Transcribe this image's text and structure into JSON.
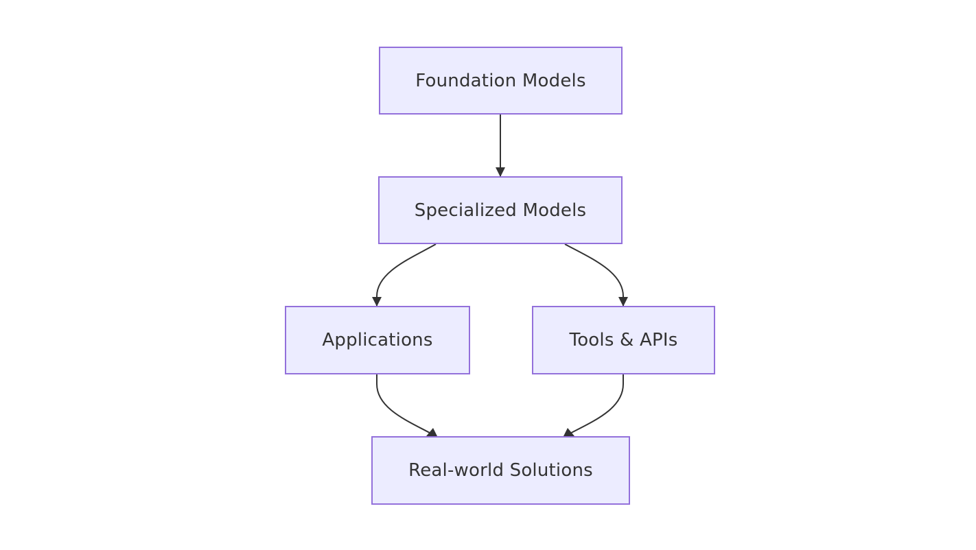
{
  "colors": {
    "node_fill": "#ececff",
    "node_border": "#9370db",
    "edge": "#333333",
    "text": "#333333"
  },
  "nodes": {
    "foundation": {
      "label": "Foundation Models"
    },
    "specialized": {
      "label": "Specialized Models"
    },
    "applications": {
      "label": "Applications"
    },
    "tools": {
      "label": "Tools & APIs"
    },
    "solutions": {
      "label": "Real-world Solutions"
    }
  },
  "edges": [
    {
      "from": "foundation",
      "to": "specialized"
    },
    {
      "from": "specialized",
      "to": "applications"
    },
    {
      "from": "specialized",
      "to": "tools"
    },
    {
      "from": "applications",
      "to": "solutions"
    },
    {
      "from": "tools",
      "to": "solutions"
    }
  ]
}
